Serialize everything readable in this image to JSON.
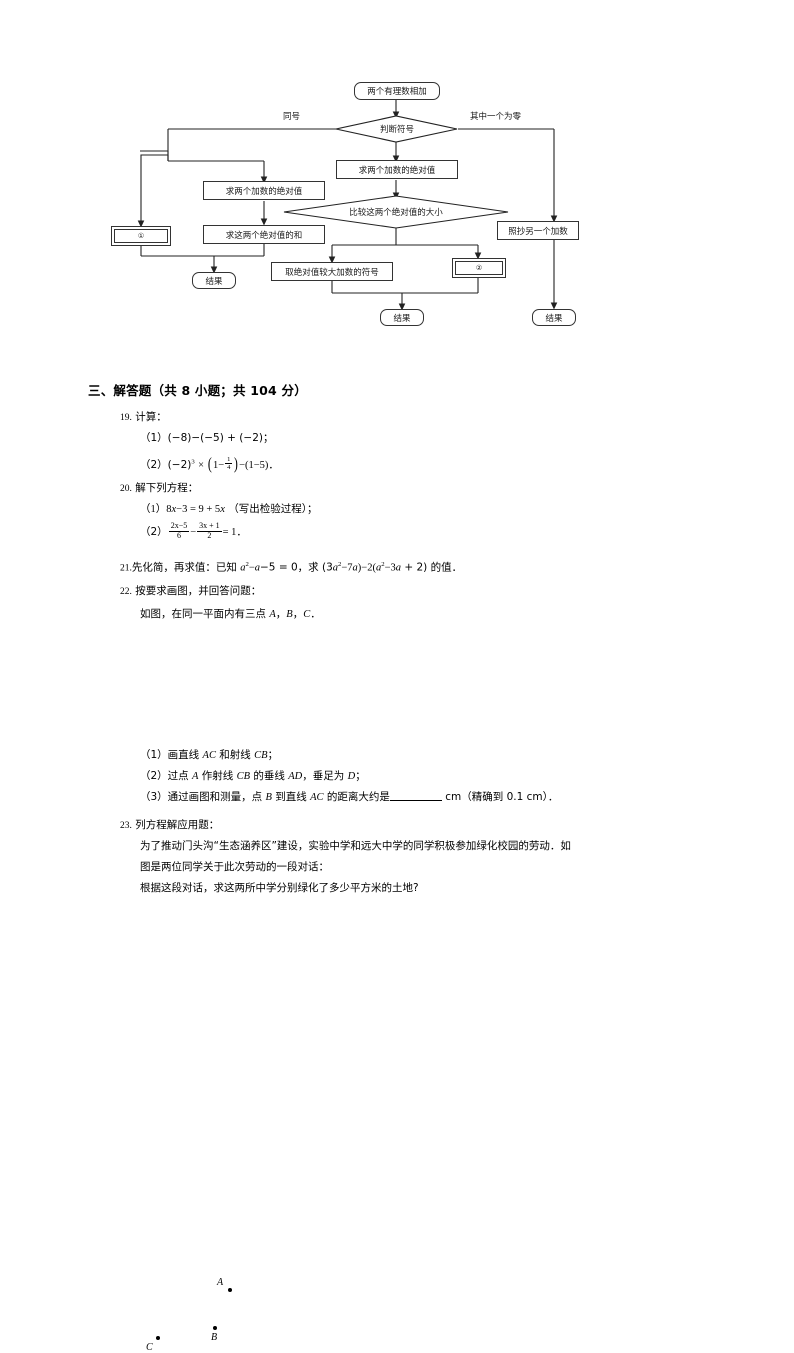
{
  "flowchart": {
    "start": "两个有理数相加",
    "decision1": "判断符号",
    "edge_left": "同号",
    "edge_right": "其中一个为零",
    "abs_left": "求两个加数的绝对值",
    "abs_mid": "求两个加数的绝对值",
    "sum_abs": "求这两个绝对值的和",
    "decision2": "比较这两个绝对值的大小",
    "sign_bigger": "取绝对值较大加数的符号",
    "copy_other": "照抄另一个加数",
    "blank1": "①",
    "blank2": "②",
    "result1": "结果",
    "result2": "结果",
    "result3": "结果"
  },
  "section": {
    "heading": "三、解答题（共 8 小题；共 104 分）"
  },
  "questions": {
    "q19": {
      "num": "19.",
      "stem": "计算：",
      "p1": "（1）(−8)−(−5) + (−2)；",
      "p2_prefix": "（2）(−2)",
      "p2_exp": "3",
      "p2_mid": "×",
      "p2_paren_open": "(",
      "p2_inner": "1−",
      "p2_frac_num": "1",
      "p2_frac_den": "4",
      "p2_paren_close": ")",
      "p2_suffix": "−(1−5)．"
    },
    "q20": {
      "num": "20.",
      "stem": "解下列方程：",
      "p1_a": "（1）8",
      "p1_x1": "x",
      "p1_b": "−3 = 9 + 5",
      "p1_x2": "x",
      "p1_c": "（写出检验过程）；",
      "p2_prefix": "（2）",
      "p2_f1_num": "2x−5",
      "p2_f1_den": "6",
      "p2_minus": "−",
      "p2_f2_num": "3x + 1",
      "p2_f2_den": "2",
      "p2_suffix": "= 1．"
    },
    "q21": {
      "num": "21.",
      "t1": "先化简，再求值：已知 ",
      "m1": "a",
      "m1e": "2",
      "t2": "−",
      "m2": "a",
      "t3": "−5 = 0，求 (3",
      "m3": "a",
      "m3e": "2",
      "t4": "−7",
      "m4": "a",
      "t5": ")−2(",
      "m5": "a",
      "m5e": "2",
      "t6": "−3",
      "m6": "a",
      "t7": " + 2) 的值．"
    },
    "q22": {
      "num": "22.",
      "stem": "按要求画图，并回答问题：",
      "line1_a": "如图，在同一平面内有三点 ",
      "line1_A": "A",
      "line1_c1": "，",
      "line1_B": "B",
      "line1_c2": "，",
      "line1_C": "C",
      "line1_end": "．",
      "pointA": "A",
      "pointB": "B",
      "pointC": "C",
      "sub1_a": "（1）画直线 ",
      "sub1_m1": "AC",
      "sub1_b": " 和射线 ",
      "sub1_m2": "CB",
      "sub1_c": "；",
      "sub2_a": "（2）过点 ",
      "sub2_m1": "A",
      "sub2_b": " 作射线 ",
      "sub2_m2": "CB",
      "sub2_c": " 的垂线 ",
      "sub2_m3": "AD",
      "sub2_d": "，垂足为 ",
      "sub2_m4": "D",
      "sub2_e": "；",
      "sub3_a": "（3）通过画图和测量，点 ",
      "sub3_m1": "B",
      "sub3_b": " 到直线 ",
      "sub3_m2": "AC",
      "sub3_c": " 的距离大约是",
      "sub3_d": " cm（精确到 0.1 cm）．"
    },
    "q23": {
      "num": "23.",
      "stem": "列方程解应用题：",
      "line1": "为了推动门头沟“生态涵养区”建设，实验中学和远大中学的同学积极参加绿化校园的劳动．如",
      "line2": "图是两位同学关于此次劳动的一段对话：",
      "line3": "根据这段对话，求这两所中学分别绿化了多少平方米的土地?"
    }
  }
}
